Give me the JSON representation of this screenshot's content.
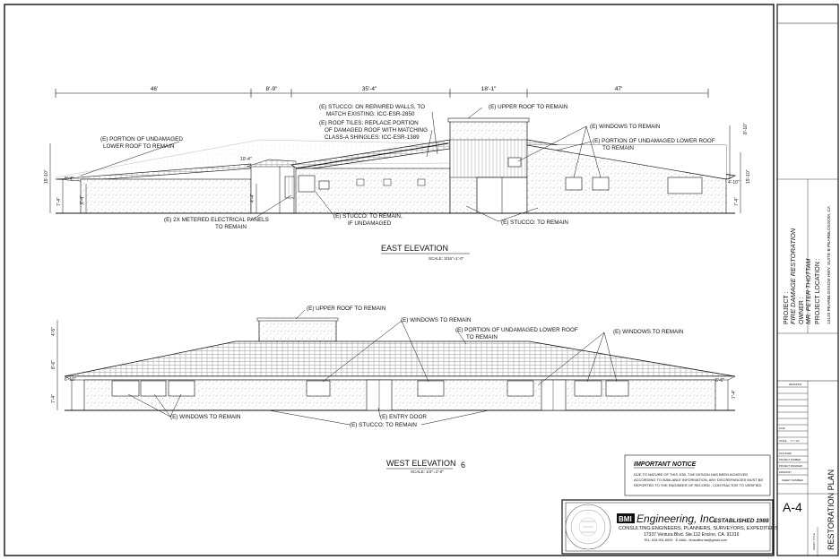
{
  "east": {
    "dims": {
      "d1": "46'",
      "d2": "8'-9\"",
      "d3": "35'-4\"",
      "d4": "18'-1\"",
      "d5": "47'"
    },
    "heights": {
      "l1": "15'-10\"",
      "l2": "8'-4\"",
      "l3": "7'-4\"",
      "l4": "8'-4\"",
      "l5": "10'-4\"",
      "l6": "4'-4\"",
      "r1": "8'-10\"",
      "r2": "4'-10\"",
      "r3": "7'-4\"",
      "r4": "15'-10\""
    },
    "n_stucco_walls_1": "(E) STUCCO: ON REPAIRED WALLS, TO",
    "n_stucco_walls_2": "MATCH EXISTING: ICC-ESR-2850",
    "n_roof_tiles_1": "(E) ROOF TILES: REPLACE PORTION",
    "n_roof_tiles_2": "OF DAMAGED ROOF WITH MATCHING",
    "n_roof_tiles_3": "CLASS-A SHINGLES: ICC-ESR-1389",
    "n_upper_roof": "(E) UPPER ROOF TO REMAIN",
    "n_windows": "(E) WINDOWS TO REMAIN",
    "n_lower_roof_left_1": "(E) PORTION OF UNDAMAGED",
    "n_lower_roof_left_2": "LOWER ROOF TO REMAIN",
    "n_lower_roof_right": "(E) PORTION OF UNDAMAGED LOWER ROOF",
    "n_lower_roof_right_2": "TO REMAIN",
    "n_panels_1": "(E) 2X METERED ELECTRICAL PANELS",
    "n_panels_2": "TO REMAIN",
    "n_stucco_remain_1": "(E) STUCCO: TO REMAIN,",
    "n_stucco_remain_2": "IF UNDAMAGED",
    "n_stucco_right": "(E) STUCCO: TO REMAIN",
    "title": "EAST ELEVATION",
    "scale": "SCALE: 3/16\"=1'-0\""
  },
  "west": {
    "heights": {
      "h1": "4'-5\"",
      "h2": "8'-6\"",
      "h3": "6'-10\"",
      "h4": "7'-4\"",
      "h5": "6'-6\"",
      "h6": "7'-4\""
    },
    "n_upper_roof": "(E) UPPER ROOF TO REMAIN",
    "n_windows_1": "(E) WINDOWS TO REMAIN",
    "n_lower_roof_1": "(E) PORTION OF UNDAMAGED LOWER ROOF",
    "n_lower_roof_2": "TO REMAIN",
    "n_windows_2": "(E) WINDOWS TO REMAIN",
    "n_windows_3": "(E) WINDOWS TO REMAIN",
    "n_entry": "(E) ENTRY DOOR",
    "n_stucco": "(E) STUCCO: TO REMAIN",
    "title": "WEST ELEVATION",
    "scale": "SCALE: 1/4\"=1'-0\"",
    "num": "6"
  },
  "notice": {
    "title": "IMPORTANT NOTICE",
    "l1": "DUE TO NATURE OF THIS JOB ,THE DESIGN HAS BEEN ACHIEVED",
    "l2": "ACCORDING TO AVAILABLE INFORMATION, ANY DISCREPANCIES MUST BE",
    "l3": "REPORTED TO THE ENGINEER OF RECORD , CONTRACTOR TO VERIFIED"
  },
  "firm": {
    "logo": "BMI",
    "name": "Engineering, Inc.",
    "est": "ESTABLISHED 1988",
    "line1": "CONSULTING ENGINEERS, PLANNERS, SURVEYORS, EXPEDITERS",
    "line2": "17337 Ventura Blvd. Ste.112 Encino, CA. 91316",
    "line3": "TEL: 818.901.8009 · E-MAIL: bmicalifornia@gmail.com"
  },
  "titleblock": {
    "project_label": "PROJECT :",
    "project": "FIRE DAMAGE RESTORATION",
    "owner_label": "OWNER :",
    "owner": "MR. PETER THOTTAM",
    "location_label": "PROJECT LOCATION :",
    "location": "13120 PEARBLOSSOM HWY. SUITE B  PEARBLOSSOM, CA",
    "sheet": "A-4",
    "sheet_title": "RESTORATION PLAN",
    "revisions": "REVISIONS",
    "date_label": "DATE",
    "scale_label": "SCALE",
    "scale_val": "3\" = 1/4\"",
    "file_label": "FILE NAME",
    "proj_label": "PROJECT NUMBER",
    "mgr_label": "PROJECT MANAGER",
    "drawn_label": "DRAWN BY",
    "sheet_num_label": "SHEET NUMBER",
    "sheet_title_label": "SHEET TITLE"
  }
}
